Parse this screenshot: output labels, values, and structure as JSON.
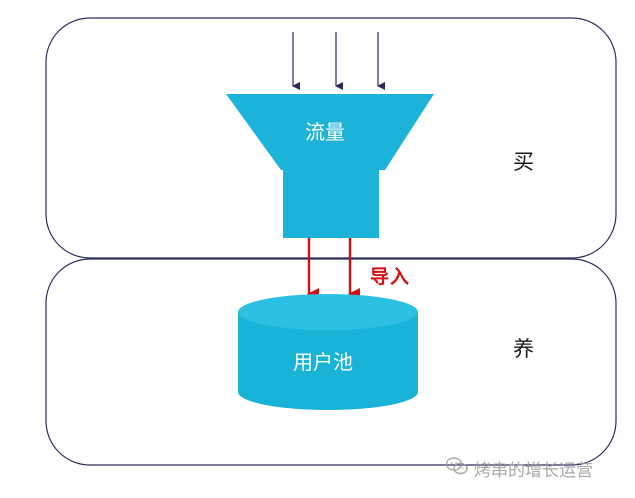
{
  "diagram": {
    "funnel_label": "流量",
    "pool_label": "用户池",
    "import_label": "导入",
    "top_section_label": "买",
    "bottom_section_label": "养"
  },
  "colors": {
    "funnel_fill": "#1db3d9",
    "cylinder_fill": "#1ab3d8",
    "cylinder_top": "#2cc0e3",
    "import_arrow": "#d40f12",
    "flow_arrow": "#2a2a5a",
    "frame_stroke": "#2b2f5e"
  },
  "watermark": {
    "text": "烤串的增长运营"
  }
}
